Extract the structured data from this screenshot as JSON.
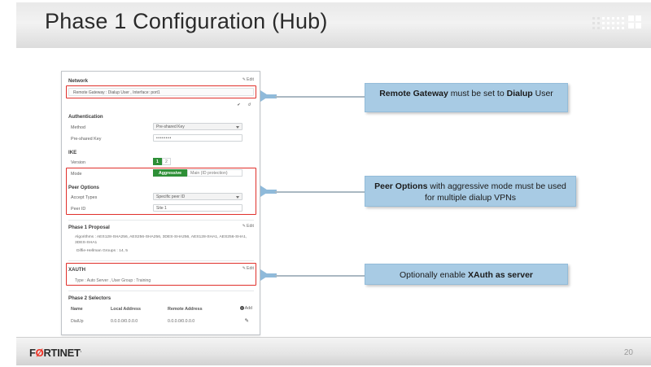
{
  "header": {
    "title": "Phase 1 Configuration (Hub)",
    "deco_icon": "grid-squares-icon"
  },
  "panel": {
    "network": {
      "section_label": "Network",
      "edit_label": "Edit",
      "summary": "Remote Gateway : Dialup User , Interface: port1"
    },
    "status_icons": {
      "confirm": "✔",
      "revert": "↺"
    },
    "authentication": {
      "section_label": "Authentication",
      "method_label": "Method",
      "method_value": "Pre-shared Key",
      "psk_label": "Pre-shared Key",
      "psk_value": "••••••••"
    },
    "ike": {
      "section_label": "IKE",
      "version_label": "Version",
      "version_options": [
        "1",
        "2"
      ],
      "version_selected": "1",
      "mode_label": "Mode",
      "mode_options": [
        "Aggressive",
        "Main (ID protection)"
      ],
      "mode_selected": "Aggressive"
    },
    "peer_options": {
      "section_label": "Peer Options",
      "accept_types_label": "Accept Types",
      "accept_types_value": "Specific peer ID",
      "peer_id_label": "Peer ID",
      "peer_id_value": "Site 1"
    },
    "phase1_proposal": {
      "section_label": "Phase 1 Proposal",
      "edit_label": "Edit",
      "algorithms": "Algorithms : AES128-SHA256, AES256-SHA256, 3DES-SHA256, AES128-SHA1, AES256-SHA1, 3DES-SHA1",
      "dh_groups": "Diffie-Hellman Groups : 14, 5"
    },
    "xauth": {
      "section_label": "XAUTH",
      "edit_label": "Edit",
      "summary": "Type : Auto Server , User Group : Training"
    },
    "phase2_selectors": {
      "section_label": "Phase 2 Selectors",
      "add_label": "Add",
      "columns": [
        "Name",
        "Local Address",
        "Remote Address"
      ],
      "rows": [
        {
          "name": "DialUp",
          "local_address": "0.0.0.0/0.0.0.0",
          "remote_address": "0.0.0.0/0.0.0.0",
          "edit_icon": "pencil-icon"
        }
      ]
    }
  },
  "callouts": [
    {
      "id": "remote-gateway",
      "parts": [
        {
          "text": "Remote Gateway",
          "bold": true
        },
        {
          "text": " must be set to ",
          "bold": false
        },
        {
          "text": "Dialup",
          "bold": true
        },
        {
          "text": " User",
          "bold": false
        }
      ]
    },
    {
      "id": "peer-options",
      "parts": [
        {
          "text": "Peer Options",
          "bold": true
        },
        {
          "text": " with aggressive mode must be used for multiple dialup VPNs",
          "bold": false
        }
      ]
    },
    {
      "id": "xauth",
      "parts": [
        {
          "text": "Optionally enable ",
          "bold": false
        },
        {
          "text": "XAuth as server",
          "bold": true
        }
      ]
    }
  ],
  "footer": {
    "brand_prefix": "F",
    "brand_accent": "Ø",
    "brand_suffix": "RTINET",
    "trademark": ".",
    "page_number": "20"
  },
  "colors": {
    "accent_green": "#2d8f36",
    "highlight_red": "#e0302b",
    "callout_blue": "#a8cbe4",
    "brand_red": "#ee3124"
  }
}
